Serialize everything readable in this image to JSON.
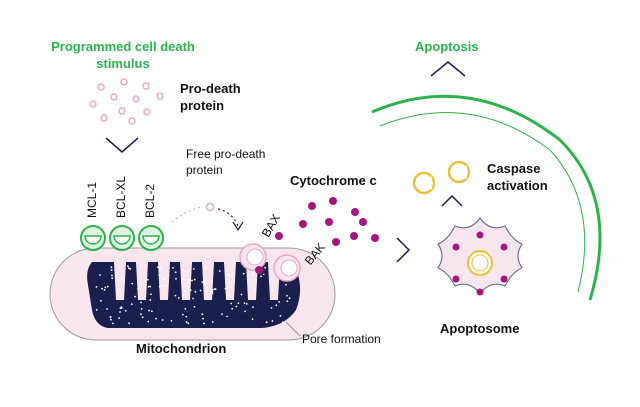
{
  "labels": {
    "stimulus": "Programmed cell death stimulus",
    "pro_death_protein": "Pro-death protein",
    "free_pro_death_protein": "Free pro-death protein",
    "mcl1": "MCL-1",
    "bclxl": "BCL-XL",
    "bcl2": "BCL-2",
    "bax": "BAX",
    "bak": "BAK",
    "cytochrome_c": "Cytochrome c",
    "caspase_activation": "Caspase activation",
    "apoptosis": "Apoptosis",
    "apoptosome": "Apoptosome",
    "mitochondrion": "Mitochondrion",
    "pore_formation": "Pore formation"
  },
  "colors": {
    "green": "#2bb34a",
    "navy": "#1a1f4e",
    "magenta": "#a3177a",
    "pink_fill": "#f8e6ef",
    "pink_outline": "#e8a9c4",
    "gold": "#e7c23a"
  }
}
